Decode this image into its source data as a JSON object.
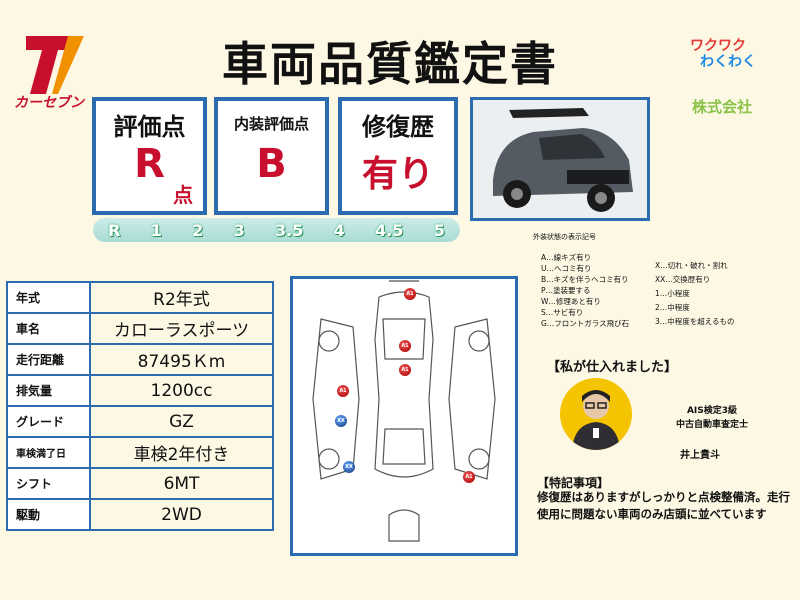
{
  "title": "車両品質鑑定書",
  "logo": {
    "brand": "カーセブン",
    "mark": "7"
  },
  "company": {
    "line1": "ワクワク",
    "line2": "わくわく",
    "line3": "株式会社"
  },
  "eval": [
    {
      "label": "評価点",
      "value": "R",
      "suffix": "点"
    },
    {
      "label": "内装評価点",
      "value": "B"
    },
    {
      "label": "修復歴",
      "value": "有り"
    }
  ],
  "scale": [
    "R",
    "1",
    "2",
    "3",
    "3.5",
    "4",
    "4.5",
    "5"
  ],
  "specs": [
    {
      "key": "年式",
      "value": "R2年式"
    },
    {
      "key": "車名",
      "value": "カローラスポーツ"
    },
    {
      "key": "走行距離",
      "value": "87495Ｋm"
    },
    {
      "key": "排気量",
      "value": "1200cc"
    },
    {
      "key": "グレード",
      "value": "GZ"
    },
    {
      "key": "車検満了日",
      "value": "車検2年付き"
    },
    {
      "key": "シフト",
      "value": "6MT"
    },
    {
      "key": "駆動",
      "value": "2WD"
    }
  ],
  "legend": {
    "title": "外装状態の表示記号",
    "left": [
      "A…線キズ有り",
      "U…ヘコミ有り",
      "B…キズを伴うヘコミ有り",
      "P…塗装要する",
      "W…修理あと有り",
      "S…サビ有り",
      "G…フロントガラス飛び石"
    ],
    "right": [
      "X…切れ・破れ・割れ",
      "XX…交換歴有り",
      "1…小程度",
      "2…中程度",
      "3…中程度を超えるもの"
    ]
  },
  "markers": [
    {
      "code": "A1",
      "color": "red"
    },
    {
      "code": "A1",
      "color": "red"
    },
    {
      "code": "A1",
      "color": "red"
    },
    {
      "code": "A1",
      "color": "red"
    },
    {
      "code": "XX",
      "color": "blue"
    },
    {
      "code": "XX",
      "color": "blue"
    },
    {
      "code": "A1",
      "color": "red"
    }
  ],
  "purchaser": {
    "heading": "【私が仕入れました】",
    "qualification": "AIS検定3級",
    "role": "中古自動車査定士",
    "name": "井上貴斗"
  },
  "notes": {
    "heading": "【特記事項】",
    "text": "修復歴はありますがしっかりと点検整備済。走行使用に問題ない車両のみ店頭に並べています"
  },
  "colors": {
    "accent": "#2b6cb0",
    "red": "#c8102e"
  }
}
